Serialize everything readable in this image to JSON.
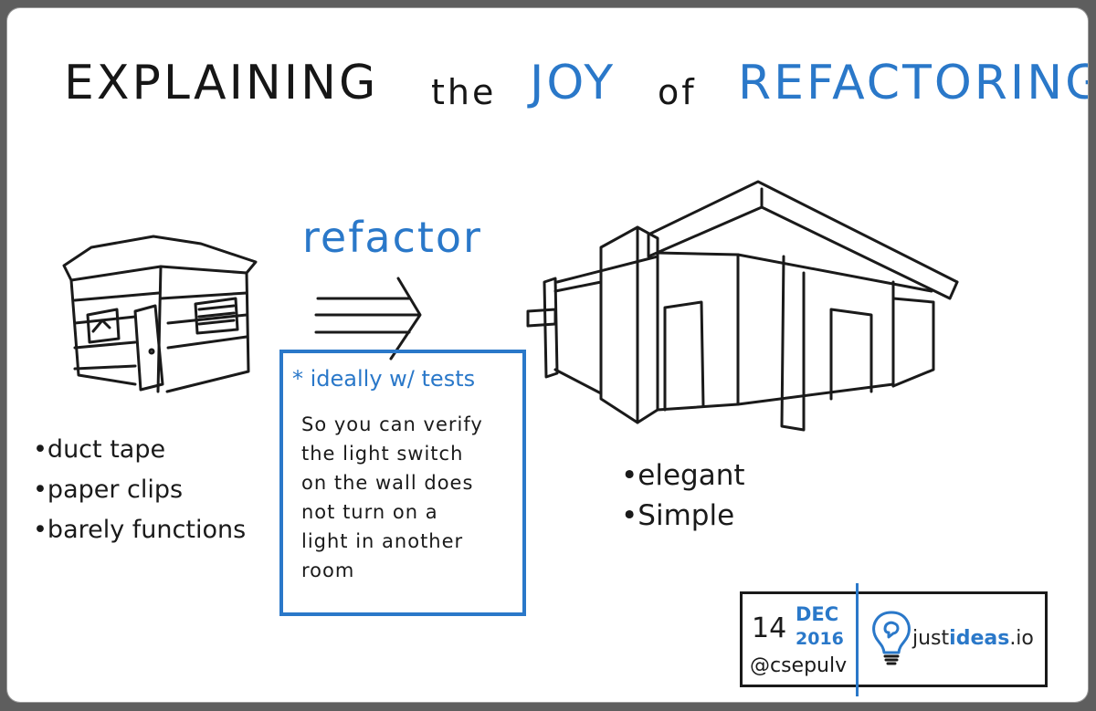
{
  "title": {
    "part1": "EXPLAINING",
    "part2": "the",
    "part3": "JOY",
    "part4": "of",
    "part5": "REFACTORING"
  },
  "arrow_label": "refactor",
  "left_bullets": [
    "•duct tape",
    "•paper clips",
    "•barely functions"
  ],
  "right_bullets": [
    "•elegant",
    "•Simple"
  ],
  "note": {
    "heading": "* ideally w/ tests",
    "lines": [
      "So you can verify",
      "the light switch",
      "on the wall does",
      "not turn on a",
      "light in another",
      "room"
    ]
  },
  "stamp": {
    "day": "14",
    "month": "DEC",
    "year": "2016",
    "handle": "@csepulv",
    "brand_prefix": "just",
    "brand_highlight": "ideas",
    "brand_suffix": ".io"
  },
  "colors": {
    "ink": "#1a1a1a",
    "accent": "#2a78c9"
  }
}
